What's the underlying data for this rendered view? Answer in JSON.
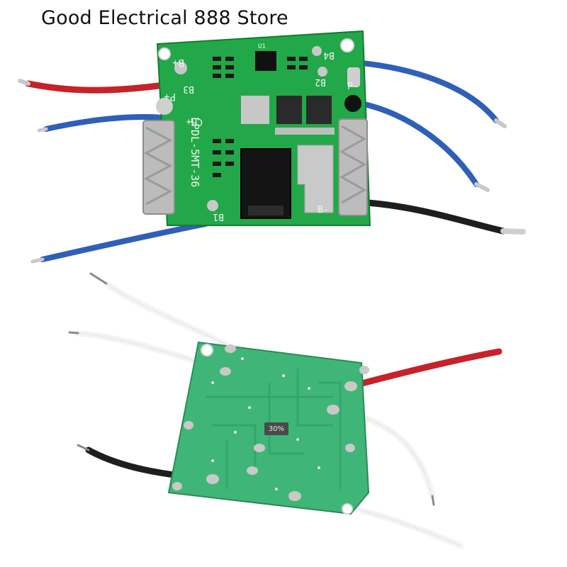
{
  "header": {
    "store_title": "Good Electrical 888 Store"
  },
  "top_board": {
    "model_label": "LPDL-5MT-36",
    "pad_labels": [
      "B+",
      "P+",
      "CH+",
      "B1",
      "B-",
      "P-",
      "B2",
      "B3",
      "B4"
    ],
    "chip_label": "U1"
  },
  "overlay": {
    "zoom_badge": "30%"
  },
  "colors": {
    "pcb_green": "#22a848",
    "pcb_green_back": "#3fb677",
    "wire_red": "#c6222a",
    "wire_blue": "#2f5fb8",
    "wire_black": "#1e1e1e",
    "wire_white": "#f4f4f4"
  }
}
